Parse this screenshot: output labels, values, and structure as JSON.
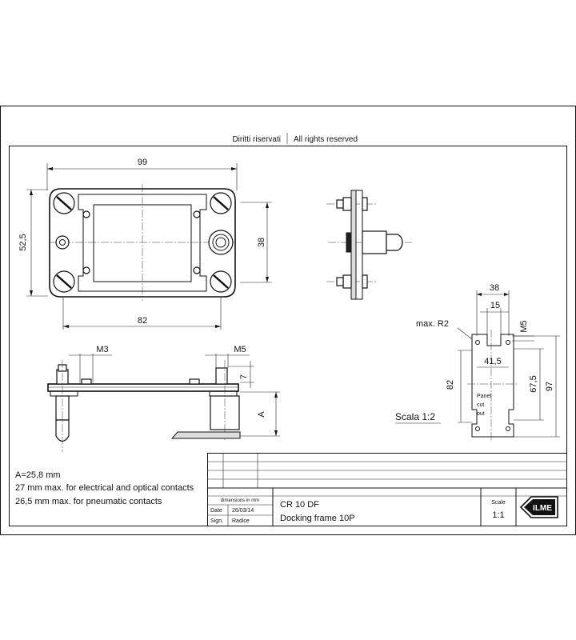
{
  "header": {
    "rights_it": "Diritti riservati",
    "rights_en": "All rights reserved"
  },
  "dims": {
    "front_width": "99",
    "front_height": "52,5",
    "front_inner": "38",
    "front_bottom": "82",
    "side_m3": "M3",
    "side_m5": "M5",
    "side_7": "7",
    "side_a": "A",
    "cut_38": "38",
    "cut_15": "15",
    "cut_m5": "M5",
    "cut_r2": "max. R2",
    "cut_415": "41,5",
    "cut_82": "82",
    "cut_675": "67,5",
    "cut_97": "97",
    "panel_l1": "Panel",
    "panel_l2": "cut",
    "panel_l3": "out",
    "scale_note": "Scala 1:2"
  },
  "notes": {
    "a_value": "A=25,8  mm",
    "line1": "27 mm max. for electrical and optical contacts",
    "line2": "26,5 mm max. for pneumatic contacts"
  },
  "title_block": {
    "dims_in_mm": "dimensions in mm",
    "date_label": "Date",
    "date_value": "26/03/14",
    "sign_label": "Sign.",
    "sign_value": "Radice",
    "code": "CR 10 DF",
    "name": "Docking frame 10P",
    "scale_label": "Scale",
    "scale_value": "1:1",
    "logo_text": "ILME"
  }
}
